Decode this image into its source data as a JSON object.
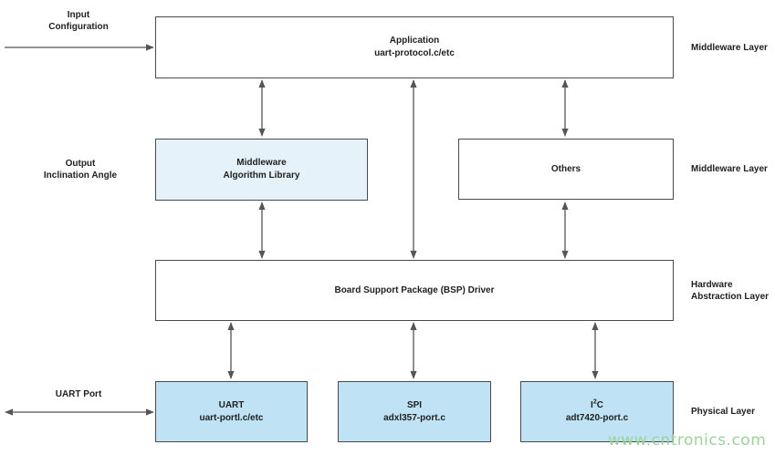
{
  "boxes": {
    "application": {
      "line1": "Application",
      "line2": "uart-protocol.c/etc"
    },
    "middleware": {
      "line1": "Middleware",
      "line2": "Algorithm Library"
    },
    "others": {
      "line1": "Others"
    },
    "bsp": {
      "line1": "Board Support Package (BSP) Driver"
    },
    "uart": {
      "line1": "UART",
      "line2": "uart-portl.c/etc"
    },
    "spi": {
      "line1": "SPI",
      "line2": "adxl357-port.c"
    },
    "i2c": {
      "line1_base": "I",
      "line1_sup": "2",
      "line1_tail": "C",
      "line2": "adt7420-port.c"
    }
  },
  "side_labels": {
    "input": {
      "line1": "Input",
      "line2": "Configuration"
    },
    "output": {
      "line1": "Output",
      "line2": "Inclination Angle"
    },
    "uart_port": "UART Port"
  },
  "layers": {
    "l1": "Middleware Layer",
    "l2": "Middleware Layer",
    "l3_line1": "Hardware",
    "l3_line2": "Abstraction Layer",
    "l4": "Physical Layer"
  },
  "watermark": "www.cntronics.com",
  "colors": {
    "box_border": "#4a4a4a",
    "middleware_fill": "#e6f2fa",
    "physical_fill": "#bfe3f4",
    "arrow": "#555555",
    "watermark": "#9cd39a"
  }
}
